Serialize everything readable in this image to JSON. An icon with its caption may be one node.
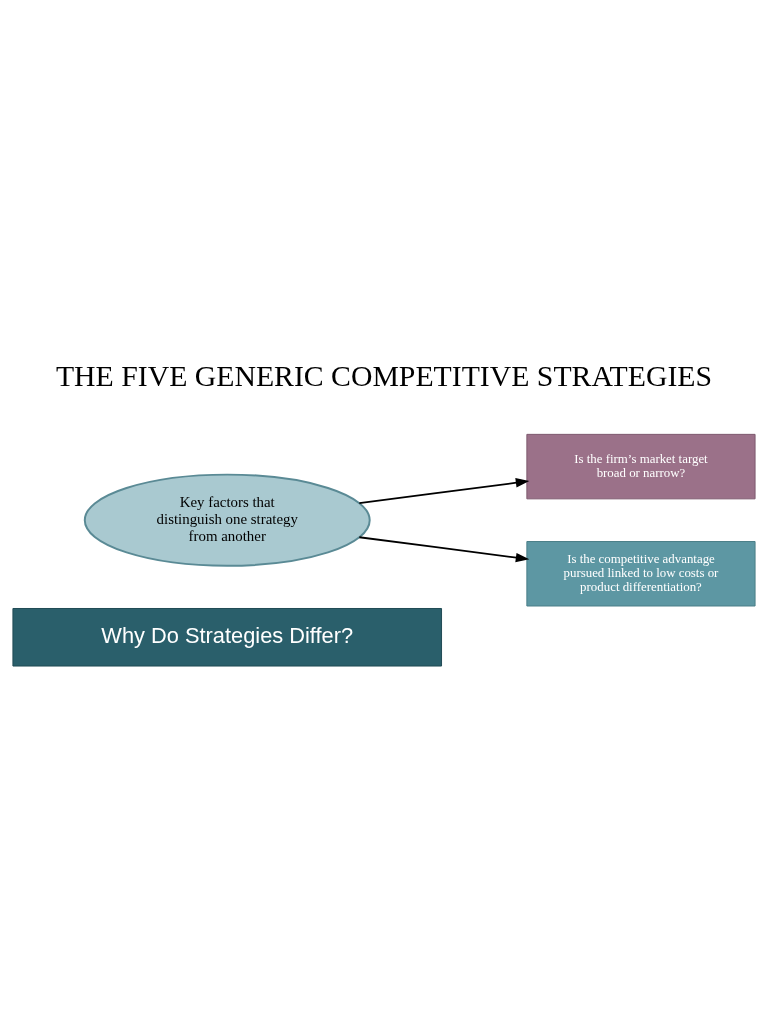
{
  "diagram": {
    "title": "THE FIVE GENERIC COMPETITIVE STRATEGIES",
    "nodes": [
      {
        "text": [
          "Why Do Strategies Differ?"
        ]
      },
      {
        "text": [
          "Key factors that distinguish one strategy from another"
        ]
      },
      {
        "text": [
          "Is the firm’s market target broad or narrow?"
        ]
      },
      {
        "text": [
          "Is the competitive advantage pursued linked to low costs or product differentiation?"
        ]
      }
    ],
    "edges": [
      {
        "from": 1,
        "to": 2,
        "arrow": "to"
      },
      {
        "from": 1,
        "to": 3,
        "arrow": "to"
      }
    ]
  }
}
